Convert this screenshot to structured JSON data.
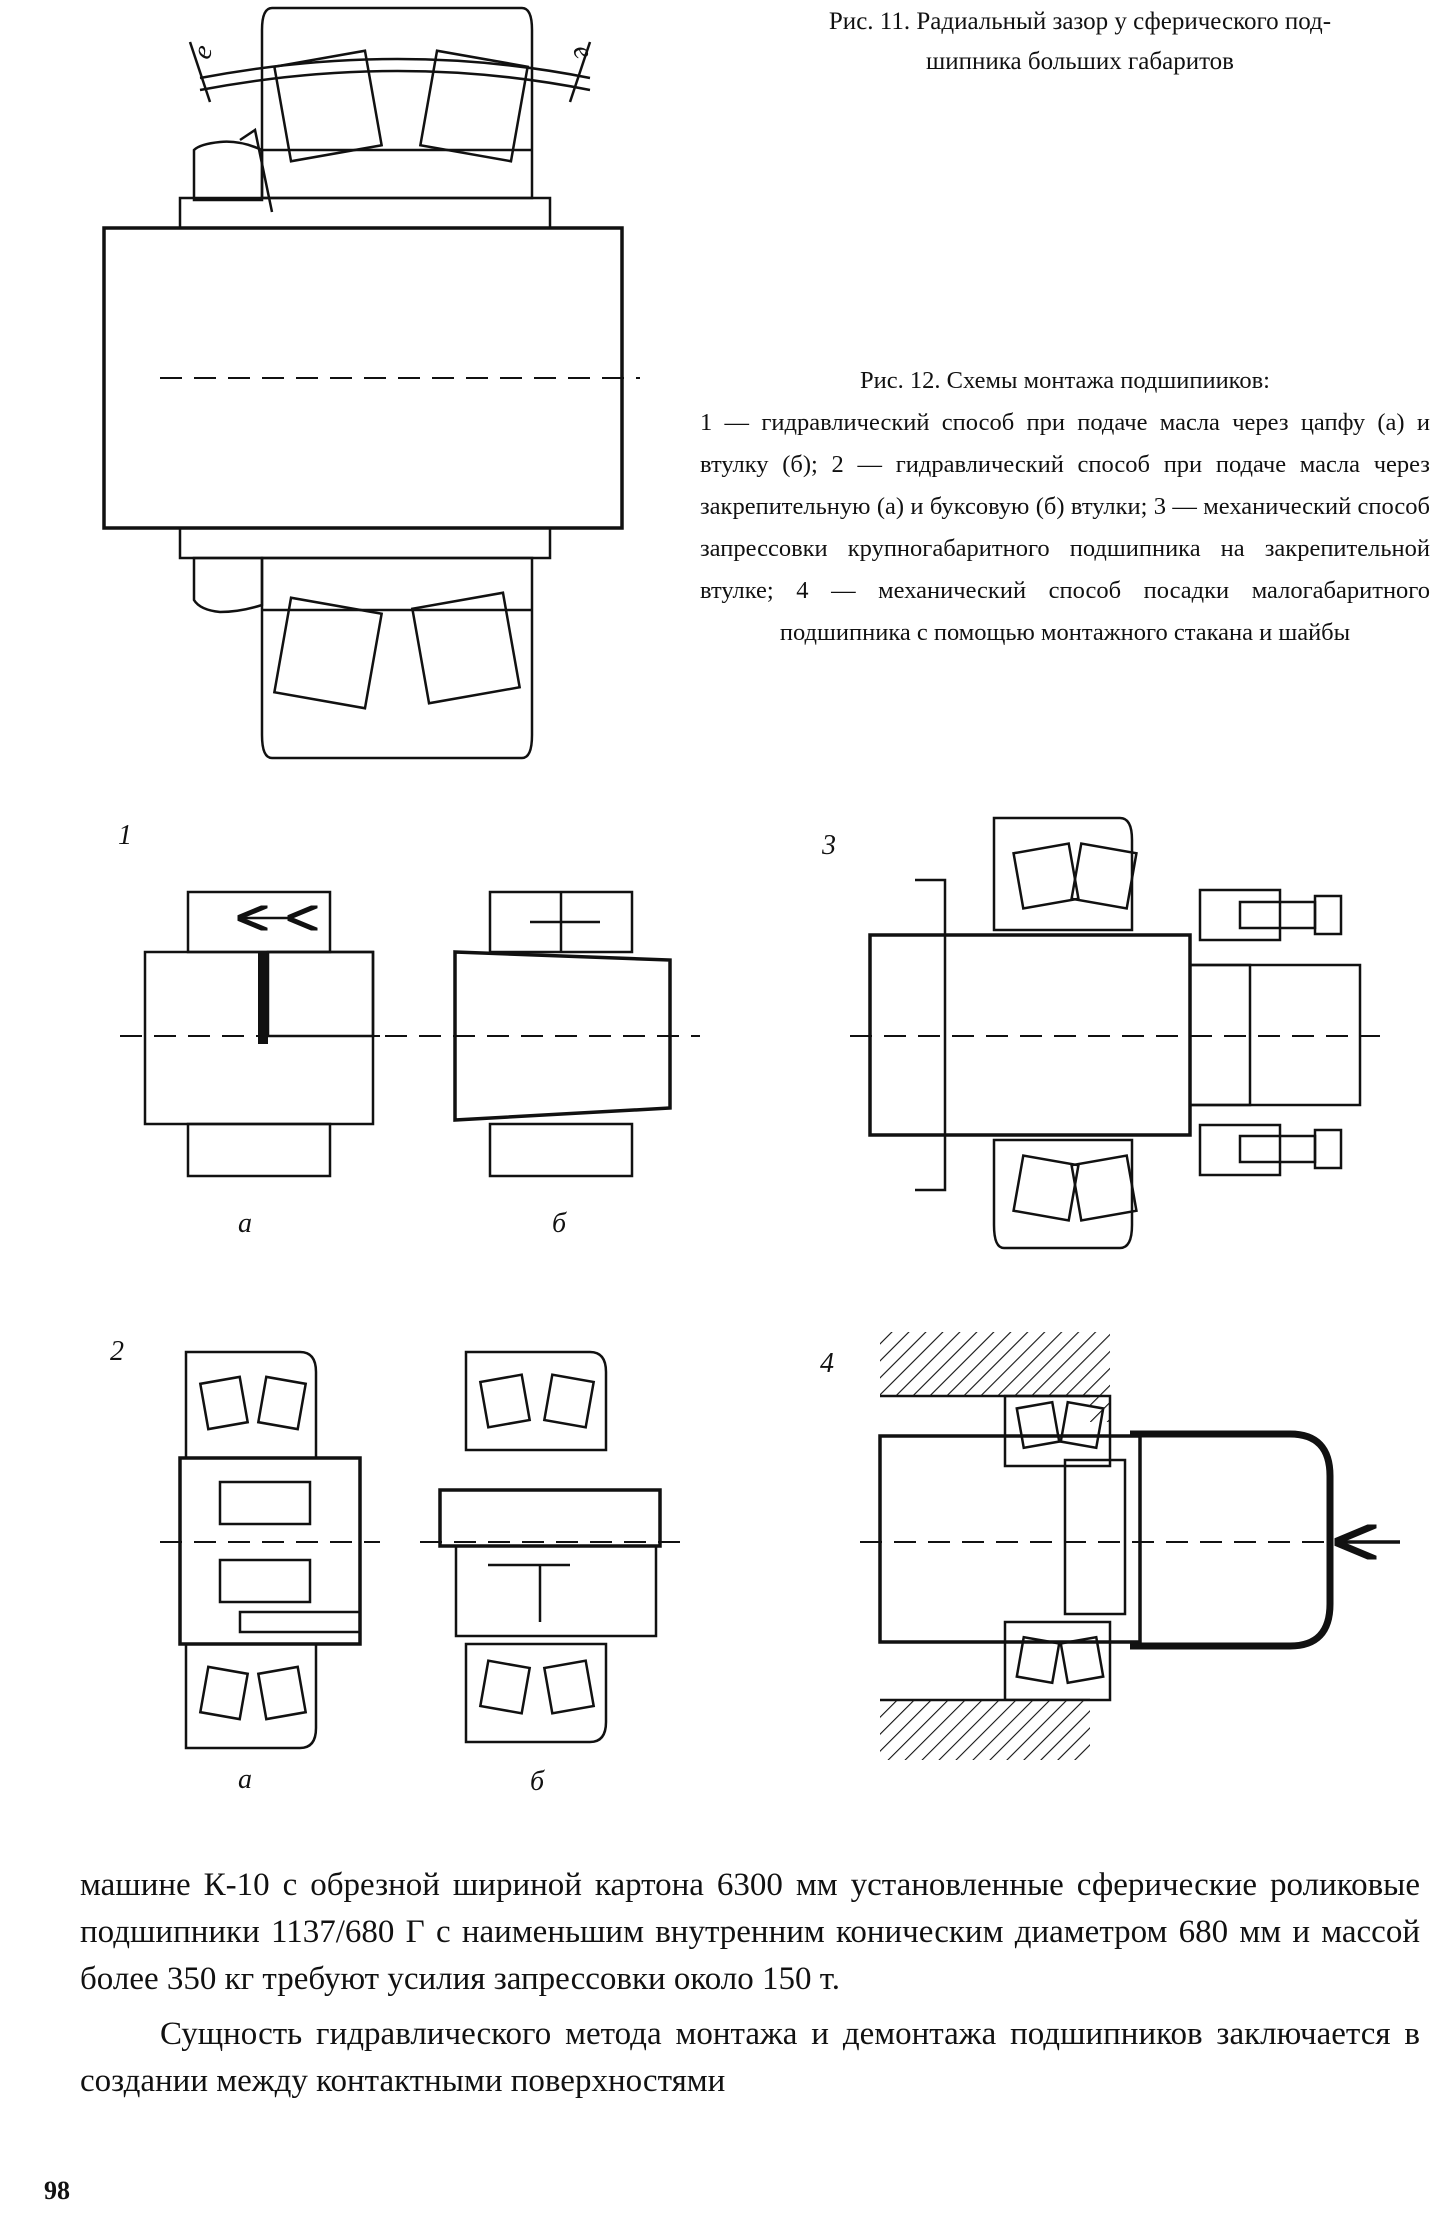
{
  "figure11": {
    "caption_line1": "Рис. 11. Радиальный зазор у сферического под-",
    "caption_line2": "шипника больших габаритов",
    "gap_label": "е"
  },
  "figure12": {
    "caption_head": "Рис. 12. Схемы монтажа подшипииков:",
    "caption_body": "1 — гидравлический способ при подаче масла через цапфу (а) и втулку (б); 2 — гидравлический способ при подаче масла через закрепительную (а) и буксовую (б) втулки; 3 — механический способ запрессовки крупногабаритного подшипника на закрепительной втулке; 4 — механический способ посадки малогабаритного подшипника с помощью монтажного стакана и шайбы",
    "panel_labels": [
      "1",
      "2",
      "3",
      "4"
    ],
    "sub_labels": [
      "а",
      "б",
      "а",
      "б"
    ]
  },
  "body": {
    "paragraph1": "машине К-10 с обрезной шириной картона 6300 мм установленные сферические роликовые подшипники 1137/680 Г с наименьшим внутренним коническим диаметром 680 мм и массой более 350 кг требуют усилия запрессовки около 150 т.",
    "paragraph2": "Сущность гидравлического метода монтажа и демонтажа подшипников заключается в создании между контактными поверхностями"
  },
  "page_number": "98"
}
